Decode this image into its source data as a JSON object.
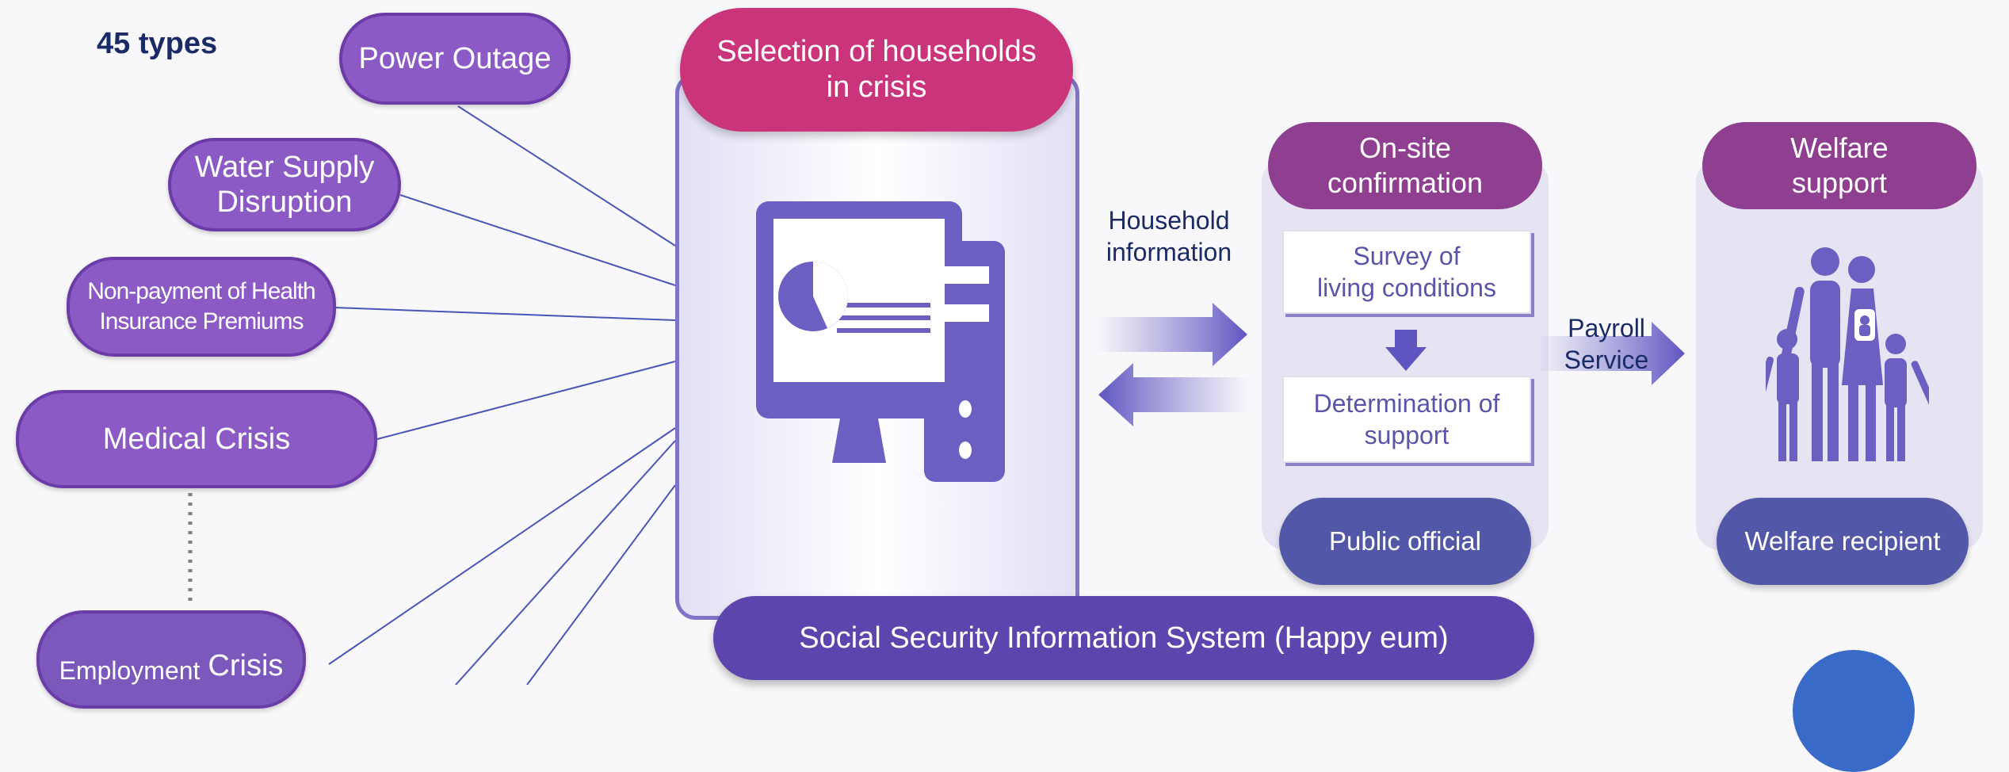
{
  "count_label": "45 types",
  "crisis_types": {
    "power_outage": "Power Outage",
    "water_supply": [
      "Water Supply",
      "Disruption"
    ],
    "health_insurance": [
      "Non-payment of Health",
      "Insurance Premiums"
    ],
    "medical": "Medical Crisis",
    "employment_prefix": "Employment",
    "employment_suffix": "Crisis"
  },
  "selection": [
    "Selection of households",
    "in crisis"
  ],
  "household_info": [
    "Household",
    "information"
  ],
  "onsite": {
    "header": [
      "On-site",
      "confirmation"
    ],
    "survey": [
      "Survey of",
      "living conditions"
    ],
    "determination": [
      "Determination of",
      "support"
    ],
    "role": "Public official"
  },
  "payroll": [
    "Payroll",
    "Service"
  ],
  "welfare": {
    "header": [
      "Welfare",
      "support"
    ],
    "role": "Welfare recipient"
  },
  "ssis": "Social Security Information System (Happy eum)",
  "icons": [
    "computer-icon",
    "family-icon",
    "down-arrow-icon",
    "double-arrow-icon"
  ],
  "colors": {
    "crisis_pill": "#8c5ac4",
    "selection_pill": "#c9347a",
    "header_pill": "#8f3f8f",
    "role_pill": "#5257a8",
    "system_bar": "#5d45ae"
  }
}
